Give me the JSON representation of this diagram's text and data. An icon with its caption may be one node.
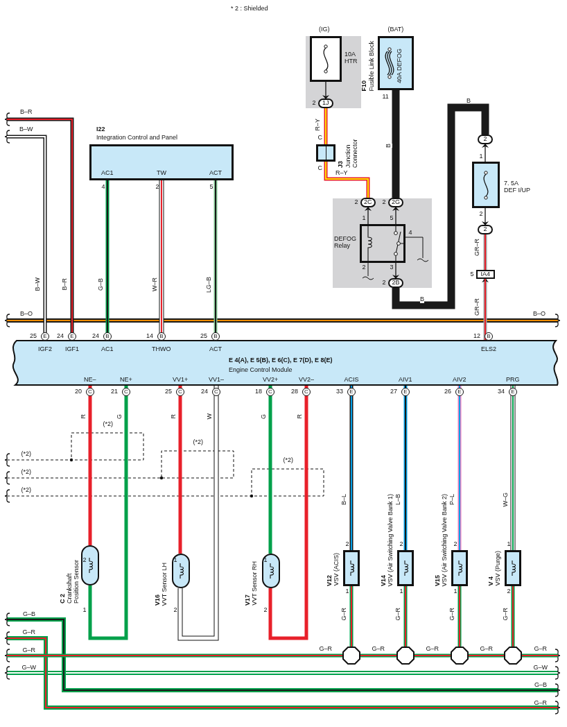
{
  "diagram": {
    "nodes": [
      {
        "text": [
          "10A HTR"
        ],
        "beside": [
          "(IG)"
        ]
      },
      {
        "text": [
          "F10",
          "Fusible Link Block",
          "40A DEFOG"
        ],
        "beside": [
          "(BAT)"
        ]
      },
      {
        "text": [
          "1J"
        ]
      },
      {
        "text": [
          "J3",
          "Junction Connector"
        ]
      },
      {
        "text": [
          "2C"
        ]
      },
      {
        "text": [
          "2G"
        ]
      },
      {
        "text": [
          "DEFOG Relay"
        ]
      },
      {
        "text": [
          "2B"
        ]
      },
      {
        "text": [
          "2"
        ]
      },
      {
        "text": [
          "7. 5A DEF I/UP"
        ]
      },
      {
        "text": [
          "2"
        ]
      },
      {
        "text": [
          "IA4"
        ]
      },
      {
        "text": [
          "I22",
          "Integration Control and Panel",
          "AC1",
          "TW",
          "ACT"
        ]
      },
      {
        "text": [
          "E 4(A), E 5(B), E 6(C), E 7(D), E 8(E)",
          "Engine Control Module",
          "IGF2",
          "IGF1",
          "AC1",
          "THWO",
          "ACT",
          "ELS2",
          "NE–",
          "NE+",
          "VV1+",
          "VV1–",
          "VV2+",
          "VV2–",
          "ACIS",
          "AIV1",
          "AIV2",
          "PRG"
        ]
      },
      {
        "text": [
          "C 2",
          "Crankshaft Position Sensor"
        ]
      },
      {
        "text": [
          "V16",
          "VVT Sensor LH"
        ]
      },
      {
        "text": [
          "V17",
          "VVT Sensor RH"
        ]
      },
      {
        "text": [
          "V12",
          "VSV (ACIS)"
        ]
      },
      {
        "text": [
          "V14",
          "VSV (Air Switching Valve Bank 1)"
        ]
      },
      {
        "text": [
          "V15",
          "VSV (Air Switching Valve Bank 2)"
        ]
      },
      {
        "text": [
          "V 4",
          "VSV (Purge)"
        ]
      },
      {
        "text": [],
        "shape": "octagon"
      },
      {
        "text": [],
        "shape": "octagon"
      },
      {
        "text": [],
        "shape": "octagon"
      },
      {
        "text": [],
        "shape": "octagon"
      }
    ],
    "edges": [
      {
        "from": 0,
        "to": 2,
        "arrow": "to",
        "color": "#111111"
      },
      {
        "from": 2,
        "to": 3,
        "arrow": "none",
        "label": "R–Y",
        "color": "#e8202a"
      },
      {
        "from": 3,
        "to": 4,
        "arrow": "none",
        "label": "R–Y",
        "color": "#e8202a"
      },
      {
        "from": 6,
        "to": 4,
        "arrow": "to",
        "color": "#111111"
      },
      {
        "from": 1,
        "to": 5,
        "arrow": "none",
        "label": "B",
        "style": "thick",
        "color": "#1a1a1a"
      },
      {
        "from": 6,
        "to": 5,
        "arrow": "to",
        "color": "#111111"
      },
      {
        "from": 6,
        "to": 7,
        "arrow": "to",
        "color": "#111111"
      },
      {
        "from": 7,
        "to": 8,
        "arrow": "none",
        "label": "B",
        "style": "thick",
        "color": "#1a1a1a"
      },
      {
        "from": 9,
        "to": 8,
        "arrow": "to",
        "color": "#111111"
      },
      {
        "from": 9,
        "to": 10,
        "arrow": "to",
        "color": "#111111"
      },
      {
        "from": 10,
        "to": 11,
        "arrow": "none",
        "label": "GR–R",
        "color": "#a0a0a0"
      },
      {
        "from": 13,
        "to": 11,
        "arrow": "to",
        "label": "GR–R",
        "color": "#a0a0a0"
      },
      {
        "from": 12,
        "to": 13,
        "arrow": "none",
        "label": "G–B",
        "color": "#00a04a"
      },
      {
        "from": 12,
        "to": 13,
        "arrow": "none",
        "label": "W–R",
        "color": "#ffffff"
      },
      {
        "from": 12,
        "to": 13,
        "arrow": "none",
        "label": "LG–B",
        "color": "#80c890"
      },
      {
        "from": null,
        "to": 13,
        "arrow": "none",
        "label": "B–W",
        "color": "#1a1a1a"
      },
      {
        "from": null,
        "to": 13,
        "arrow": "none",
        "label": "B–R",
        "color": "#1a1a1a"
      },
      {
        "from": 13,
        "to": 14,
        "arrow": "none",
        "label": "R",
        "color": "#e8202a"
      },
      {
        "from": 13,
        "to": 14,
        "arrow": "none",
        "label": "G",
        "color": "#00a04a"
      },
      {
        "from": 13,
        "to": 15,
        "arrow": "none",
        "label": "R",
        "color": "#e8202a"
      },
      {
        "from": 13,
        "to": 15,
        "arrow": "none",
        "label": "W",
        "color": "#ffffff"
      },
      {
        "from": 13,
        "to": 16,
        "arrow": "none",
        "label": "G",
        "color": "#00a04a"
      },
      {
        "from": 13,
        "to": 16,
        "arrow": "none",
        "label": "R",
        "color": "#e8202a"
      },
      {
        "from": 13,
        "to": 17,
        "arrow": "none",
        "label": "B–L",
        "color": "#1a1a1a"
      },
      {
        "from": 13,
        "to": 18,
        "arrow": "none",
        "label": "L–B",
        "color": "#00a0e8"
      },
      {
        "from": 13,
        "to": 19,
        "arrow": "none",
        "label": "P–L",
        "color": "#f080c0"
      },
      {
        "from": 13,
        "to": 20,
        "arrow": "none",
        "label": "W–G",
        "color": "#ffffff"
      },
      {
        "from": 17,
        "to": 21,
        "arrow": "none",
        "label": "G–R",
        "color": "#00a04a"
      },
      {
        "from": 18,
        "to": 22,
        "arrow": "none",
        "label": "G–R",
        "color": "#00a04a"
      },
      {
        "from": 19,
        "to": 23,
        "arrow": "none",
        "label": "G–R",
        "color": "#00a04a"
      },
      {
        "from": 20,
        "to": 24,
        "arrow": "none",
        "label": "G–R",
        "color": "#00a04a"
      },
      {
        "from": null,
        "to": 21,
        "arrow": "none",
        "label": "G–R",
        "color": "#00a04a"
      },
      {
        "from": 21,
        "to": 22,
        "arrow": "none",
        "label": "G–R",
        "color": "#00a04a"
      },
      {
        "from": 22,
        "to": 23,
        "arrow": "none",
        "label": "G–R",
        "color": "#00a04a"
      },
      {
        "from": 23,
        "to": 24,
        "arrow": "none",
        "label": "G–R",
        "color": "#00a04a"
      },
      {
        "from": 24,
        "to": null,
        "arrow": "none",
        "label": "G–R",
        "color": "#00a04a"
      }
    ],
    "labels": [
      "* 2 : Shielded",
      "2",
      "11",
      "C",
      "C",
      "2",
      "2",
      "1",
      "5",
      "4",
      "2",
      "3",
      "2",
      "B",
      "1",
      "2",
      "5",
      "B–R",
      "B–W",
      "4",
      "2",
      "5",
      "B–O",
      "B–O",
      "25",
      "E",
      "24",
      "E",
      "24",
      "B",
      "14",
      "B",
      "25",
      "B",
      "12",
      "B",
      "20",
      "C",
      "21",
      "C",
      "25",
      "C",
      "24",
      "C",
      "18",
      "C",
      "28",
      "C",
      "33",
      "E",
      "27",
      "E",
      "26",
      "E",
      "34",
      "E",
      "(*2)",
      "(*2)",
      "(*2)",
      "(*2)",
      "(*2)",
      "(*2)",
      "2",
      "1",
      "1",
      "2",
      "1",
      "2",
      "2",
      "1",
      "2",
      "1",
      "2",
      "1",
      "1",
      "2",
      "G–B",
      "G–R",
      "G–R",
      "G–W",
      "G–W",
      "G–B",
      "G–R"
    ]
  }
}
